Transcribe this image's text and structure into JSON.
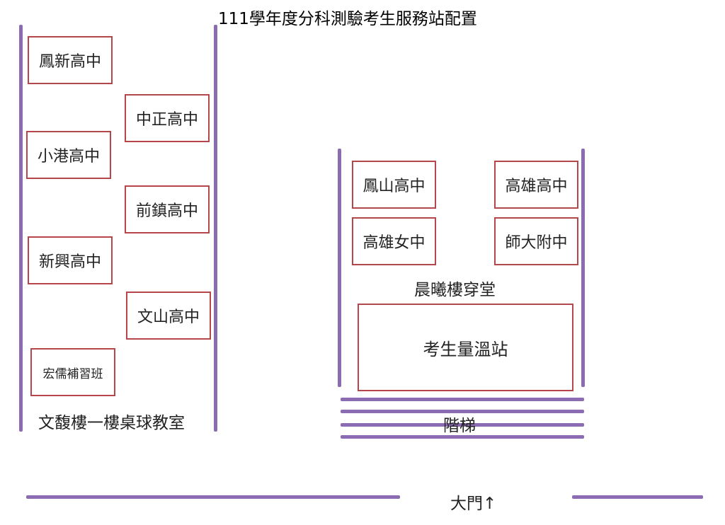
{
  "title": "111學年度分科測驗考生服務站配置",
  "left_building": {
    "label": "文馥樓一樓桌球教室",
    "stations": [
      "鳳新高中",
      "中正高中",
      "小港高中",
      "前鎮高中",
      "新興高中",
      "文山高中",
      "宏儒補習班"
    ]
  },
  "right_building": {
    "label": "晨曦樓穿堂",
    "stations": [
      "鳳山高中",
      "高雄高中",
      "高雄女中",
      "師大附中"
    ],
    "temperature_station": "考生量溫站"
  },
  "stairs": "階梯",
  "gate": "大門↑",
  "colors": {
    "line": "#8b6cb2",
    "box_border": "#b5464a"
  }
}
